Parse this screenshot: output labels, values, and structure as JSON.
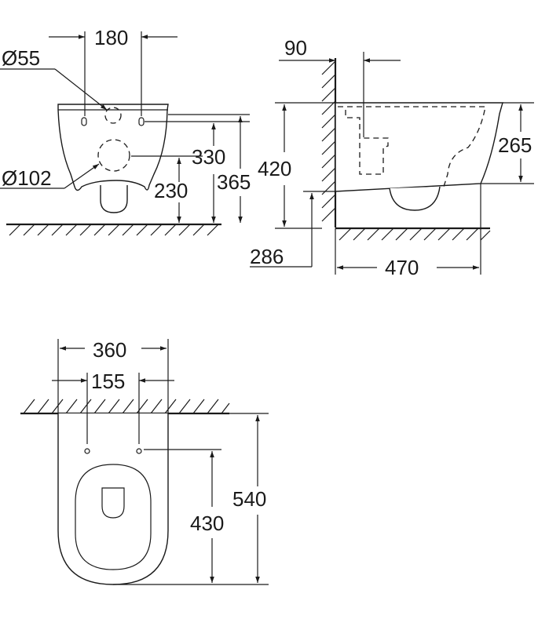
{
  "front_view": {
    "width_holes": "180",
    "hole_dia": "Ø55",
    "outlet_dia": "Ø102",
    "height_330": "330",
    "height_230": "230",
    "height_365": "365"
  },
  "side_view": {
    "wall_offset": "90",
    "height_420": "420",
    "height_265": "265",
    "height_286": "286",
    "depth_470": "470"
  },
  "top_view": {
    "width_360": "360",
    "holes_155": "155",
    "length_430": "430",
    "length_540": "540"
  },
  "colors": {
    "line": "#1a1a1a",
    "background": "#ffffff"
  }
}
